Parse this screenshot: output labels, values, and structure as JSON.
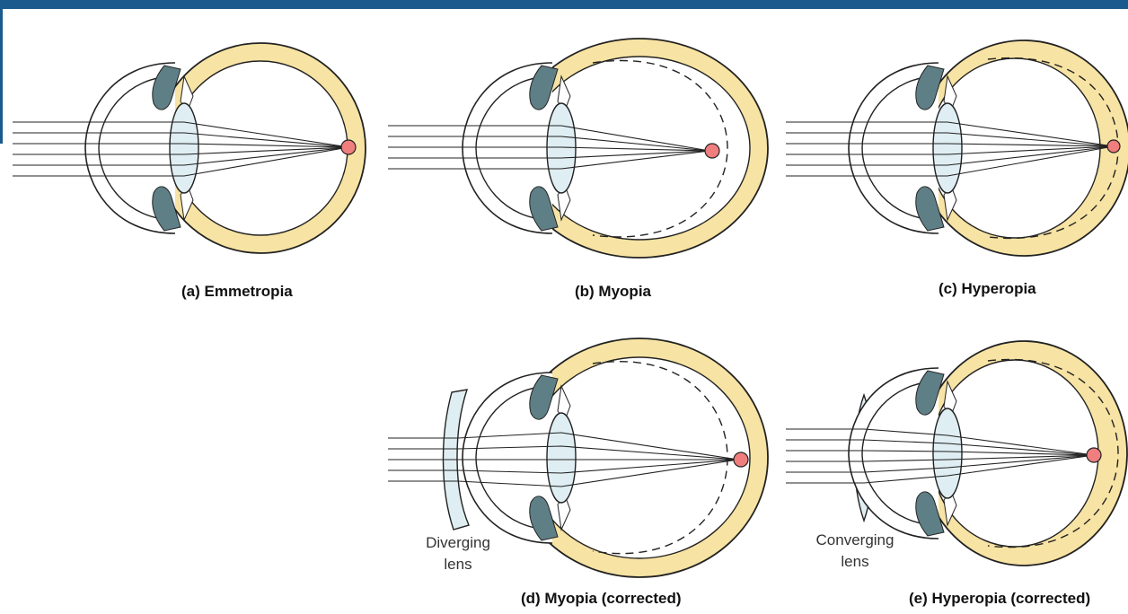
{
  "colors": {
    "accent_bar": "#1b5a8c",
    "sclera": "#f7e3a3",
    "outline": "#222222",
    "iris": "#5f7f86",
    "lens": "#dfeef3",
    "focus_point": "#f07e7e"
  },
  "panels": [
    {
      "id": "a",
      "caption": "(a) Emmetropia"
    },
    {
      "id": "b",
      "caption": "(b) Myopia"
    },
    {
      "id": "c",
      "caption": "(c) Hyperopia"
    },
    {
      "id": "d",
      "caption": "(d) Myopia (corrected)",
      "lens_label": [
        "Diverging",
        "lens"
      ]
    },
    {
      "id": "e",
      "caption": "(e) Hyperopia (corrected)",
      "lens_label": [
        "Converging",
        "lens"
      ]
    }
  ]
}
